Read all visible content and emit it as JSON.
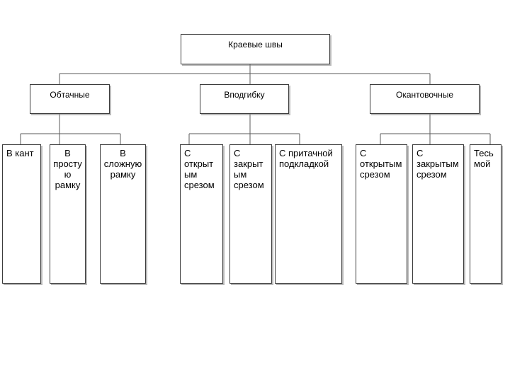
{
  "colors": {
    "background": "#ffffff",
    "box_border": "#3c3c3c",
    "connector_line": "#5a5a5a",
    "box_shadow": "#828282",
    "text": "#000000"
  },
  "tree": {
    "root": {
      "label": "Краевые швы"
    },
    "branches": [
      {
        "label": "Обтачные",
        "children": [
          {
            "label": "В кант"
          },
          {
            "label": "В простую рамку"
          },
          {
            "label": "В сложную рамку"
          }
        ]
      },
      {
        "label": "Вподгибку",
        "children": [
          {
            "label": "С открытым срезом"
          },
          {
            "label": "С закрытым срезом"
          },
          {
            "label": "С притачной подкладкой"
          }
        ]
      },
      {
        "label": "Окантовочные",
        "children": [
          {
            "label": "С открытым срезом"
          },
          {
            "label": "С закрытым срезом"
          },
          {
            "label": "Тесьмой"
          }
        ]
      }
    ]
  }
}
